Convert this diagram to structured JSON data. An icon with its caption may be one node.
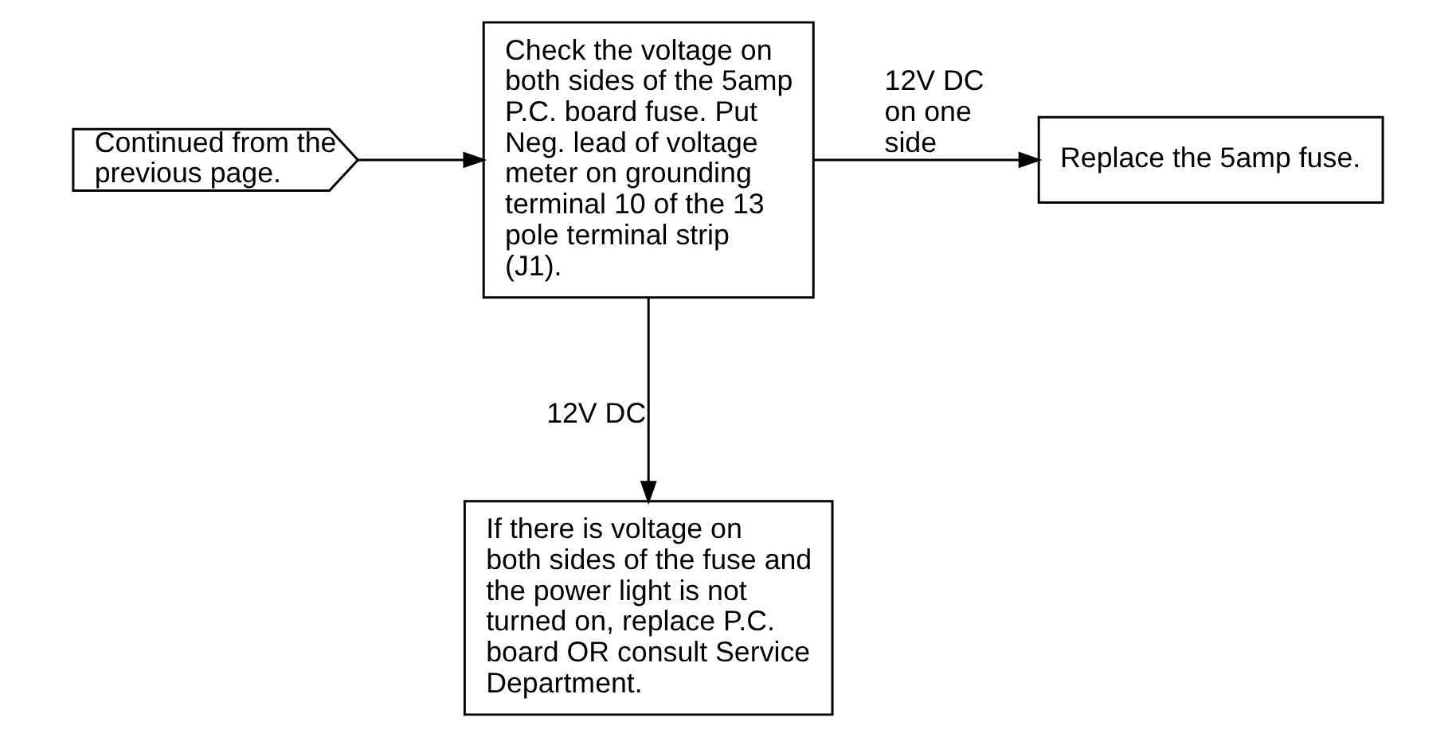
{
  "diagram": {
    "nodes": [
      {
        "text": [
          "Continued from the previous page."
        ]
      },
      {
        "text": [
          "Check the voltage on both sides of the 5amp P.C. board fuse. Put Neg. lead of voltage meter on grounding terminal 10 of the 13 pole terminal strip (J1)."
        ]
      },
      {
        "text": [
          "Replace the 5amp fuse."
        ]
      },
      {
        "text": [
          "If there is voltage on both sides of the fuse and the power light is not turned on, replace P.C. board OR consult Service Department."
        ]
      }
    ],
    "edges": [
      {
        "from": 0,
        "to": 1,
        "arrow": "to"
      },
      {
        "from": 1,
        "to": 2,
        "arrow": "to",
        "label": "12V DC on one side"
      },
      {
        "from": 1,
        "to": 3,
        "arrow": "to",
        "label": "12V DC"
      }
    ]
  }
}
